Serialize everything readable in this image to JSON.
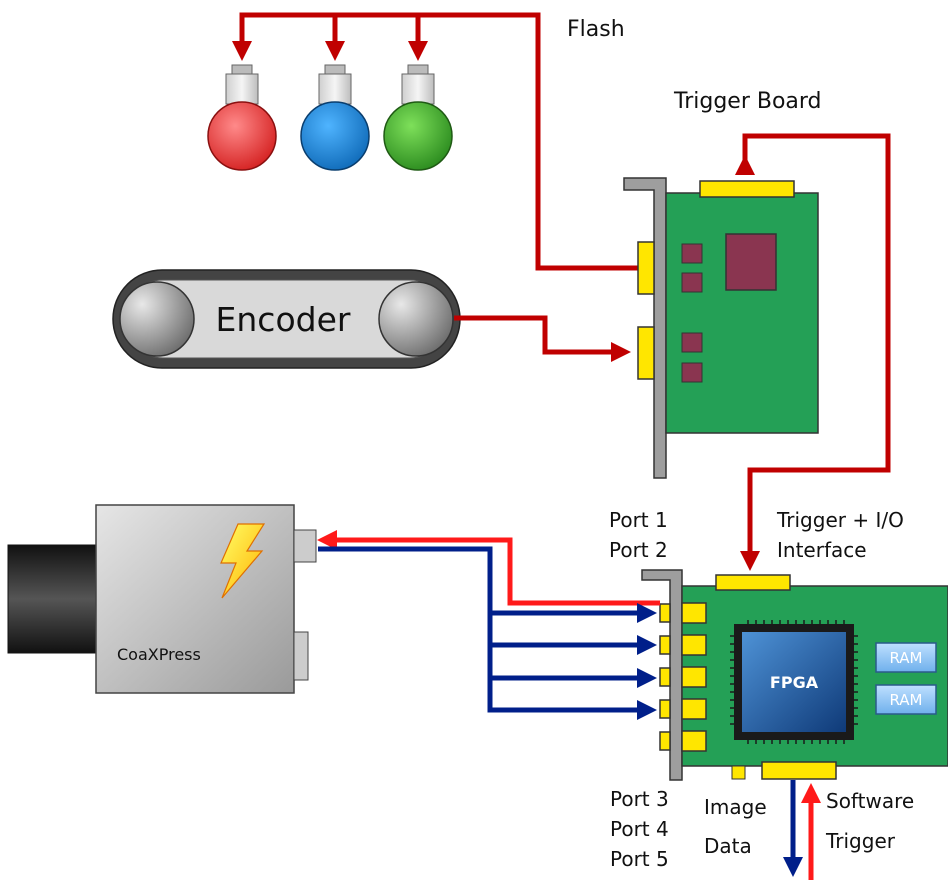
{
  "labels": {
    "flash": "Flash",
    "trigger_board": "Trigger Board",
    "encoder": "Encoder",
    "camera": "CoaXPress",
    "port1": "Port 1",
    "port2": "Port 2",
    "trigger_io_line1": "Trigger + I/O",
    "trigger_io_line2": "Interface",
    "fpga": "FPGA",
    "ram1": "RAM",
    "ram2": "RAM",
    "port3": "Port 3",
    "port4": "Port 4",
    "port5": "Port 5",
    "image_line1": "Image",
    "image_line2": "Data",
    "software_line1": "Software",
    "software_line2": "Trigger"
  },
  "colors": {
    "red_wire": "#c00000",
    "bright_red": "#ff1a1a",
    "blue_wire": "#001f8a",
    "pcb_green": "#24a056",
    "connector_yellow": "#ffe600",
    "chip": "#8a3550",
    "lamp_red": "#e83030",
    "lamp_blue": "#1e7fc8",
    "lamp_green": "#3aa02a"
  }
}
